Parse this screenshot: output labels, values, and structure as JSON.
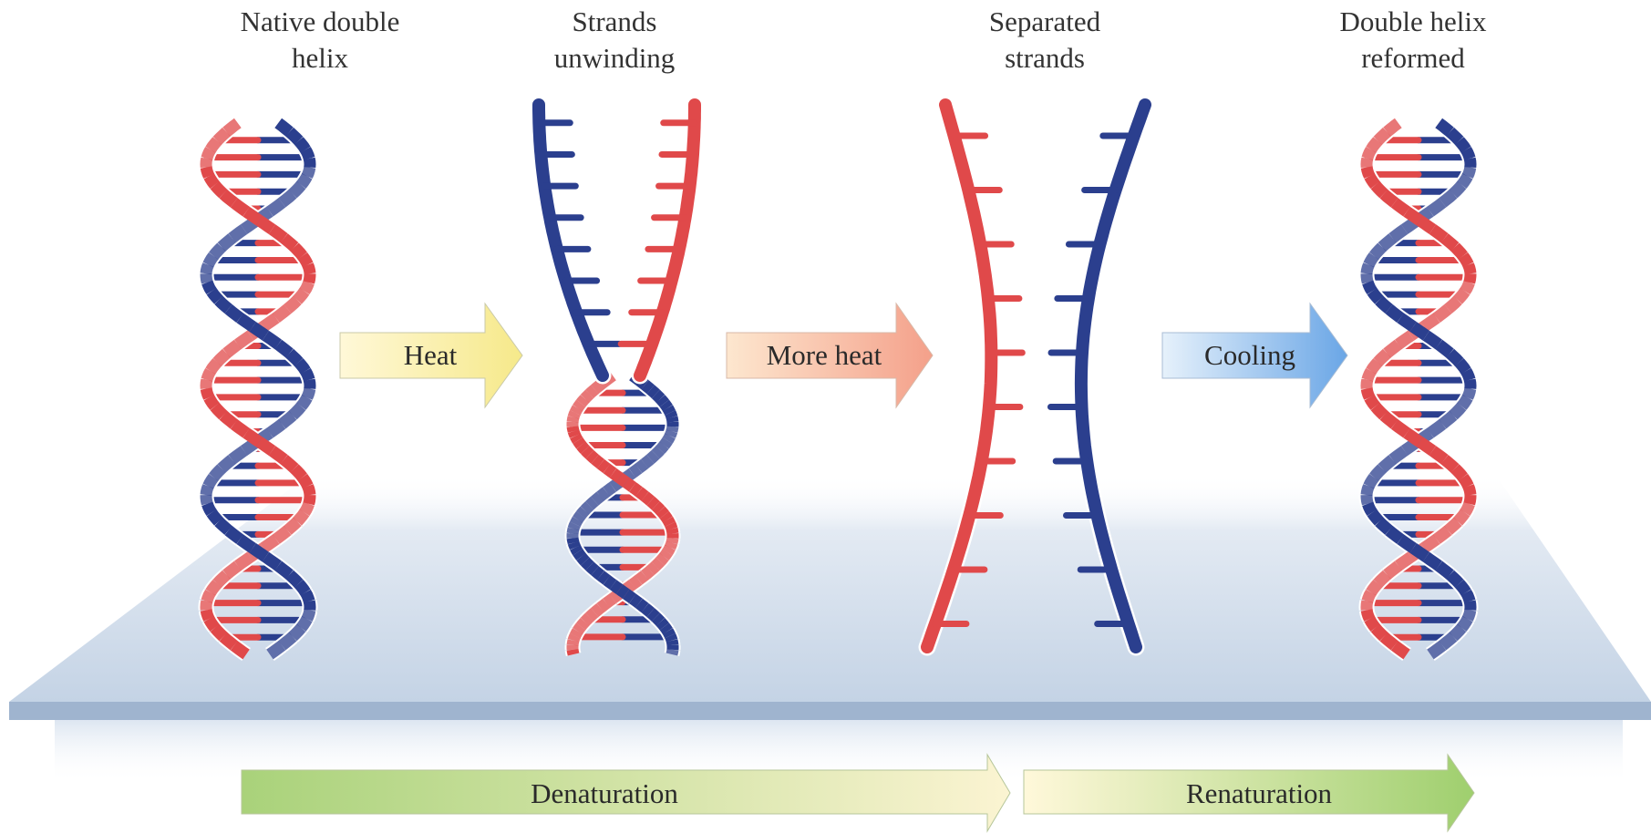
{
  "stages": [
    {
      "line1": "Native double",
      "line2": "helix"
    },
    {
      "line1": "Strands",
      "line2": "unwinding"
    },
    {
      "line1": "Separated",
      "line2": "strands"
    },
    {
      "line1": "Double helix",
      "line2": "reformed"
    }
  ],
  "step_arrows": [
    {
      "label": "Heat",
      "color_from": "#fff8d8",
      "color_to": "#f6e98a"
    },
    {
      "label": "More heat",
      "color_from": "#fde7cf",
      "color_to": "#f4a08a"
    },
    {
      "label": "Cooling",
      "color_from": "#e6f1fb",
      "color_to": "#6aa6e6"
    }
  ],
  "process_arrows": [
    {
      "label": "Denaturation",
      "color_from": "#a9d27a",
      "color_to": "#fbf4d2"
    },
    {
      "label": "Renaturation",
      "color_from": "#fff8da",
      "color_to": "#9fcf6e"
    }
  ],
  "colors": {
    "blue_strand": "#2b3f8e",
    "red_strand": "#e0494a",
    "platform": "#c9d6e6",
    "platform_edge": "#8fa7c7"
  }
}
